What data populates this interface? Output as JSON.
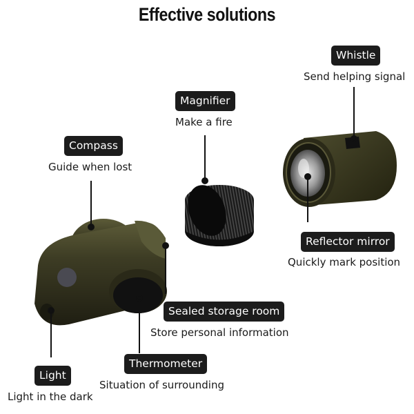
{
  "title": "Effective solutions",
  "colors": {
    "label_bg": "#1c1c1c",
    "label_text": "#ffffff",
    "text": "#1a1a1a",
    "body_olive": "#3b3a22"
  },
  "features": [
    {
      "id": "whistle",
      "label": "Whistle",
      "description": "Send helping signal"
    },
    {
      "id": "magnifier",
      "label": "Magnifier",
      "description": "Make a fire"
    },
    {
      "id": "compass",
      "label": "Compass",
      "description": "Guide when lost"
    },
    {
      "id": "reflector",
      "label": "Reflector mirror",
      "description": "Quickly mark position"
    },
    {
      "id": "storage",
      "label": "Sealed storage room",
      "description": "Store personal information"
    },
    {
      "id": "thermometer",
      "label": "Thermometer",
      "description": "Situation of surrounding"
    },
    {
      "id": "light",
      "label": "Light",
      "description": "Light in the dark"
    }
  ]
}
